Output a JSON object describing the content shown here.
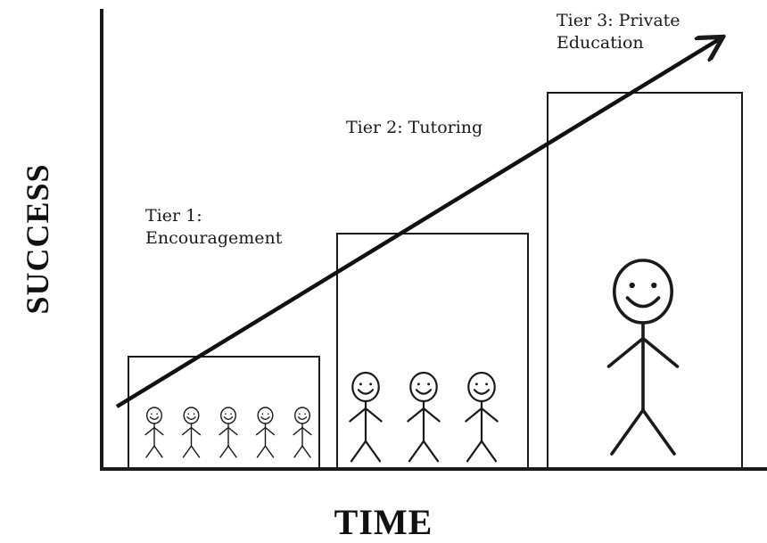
{
  "axes": {
    "x_title": "TIME",
    "y_title": "SUCCESS"
  },
  "tiers": [
    {
      "label": "Tier 1:\nEncouragement",
      "figure_count": 5
    },
    {
      "label": "Tier 2: Tutoring",
      "figure_count": 3
    },
    {
      "label": "Tier 3: Private\nEducation",
      "figure_count": 1
    }
  ],
  "colors": {
    "ink": "#1a1a1a",
    "background": "#ffffff"
  }
}
